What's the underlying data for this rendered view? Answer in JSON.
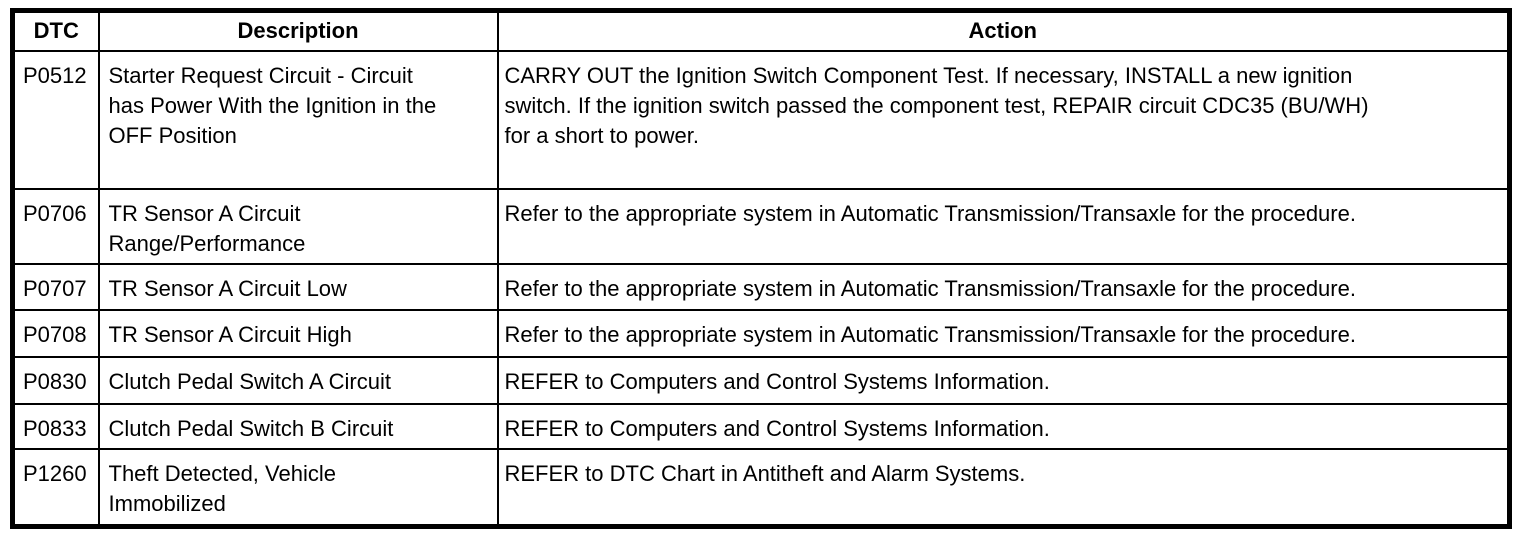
{
  "table": {
    "columns": [
      {
        "key": "dtc",
        "label": "DTC"
      },
      {
        "key": "description",
        "label": "Description"
      },
      {
        "key": "action",
        "label": "Action"
      }
    ],
    "rows": [
      {
        "dtc": "P0512",
        "description": "Starter Request Circuit - Circuit\nhas Power With the Ignition in the\nOFF Position",
        "action": "CARRY OUT the Ignition Switch Component Test. If necessary, INSTALL a new ignition\nswitch. If the ignition switch passed the component test, REPAIR  circuit CDC35 (BU/WH)\nfor a short to power."
      },
      {
        "dtc": "P0706",
        "description": "TR Sensor A Circuit\nRange/Performance",
        "action": "Refer to the appropriate system in Automatic Transmission/Transaxle for the procedure."
      },
      {
        "dtc": "P0707",
        "description": "TR Sensor A Circuit Low",
        "action": "Refer to the appropriate system in Automatic Transmission/Transaxle for the procedure."
      },
      {
        "dtc": "P0708",
        "description": "TR Sensor A Circuit High",
        "action": "Refer to the appropriate system in Automatic Transmission/Transaxle for the procedure."
      },
      {
        "dtc": "P0830",
        "description": "Clutch Pedal Switch A Circuit",
        "action": "REFER to Computers and Control Systems Information."
      },
      {
        "dtc": "P0833",
        "description": "Clutch Pedal Switch B Circuit",
        "action": "REFER to Computers and Control Systems Information."
      },
      {
        "dtc": "P1260",
        "description": "Theft Detected, Vehicle\nImmobilized",
        "action": "REFER to DTC Chart in Antitheft and Alarm Systems."
      }
    ]
  },
  "colors": {
    "border": "#000000",
    "text": "#000000",
    "background": "#ffffff"
  }
}
